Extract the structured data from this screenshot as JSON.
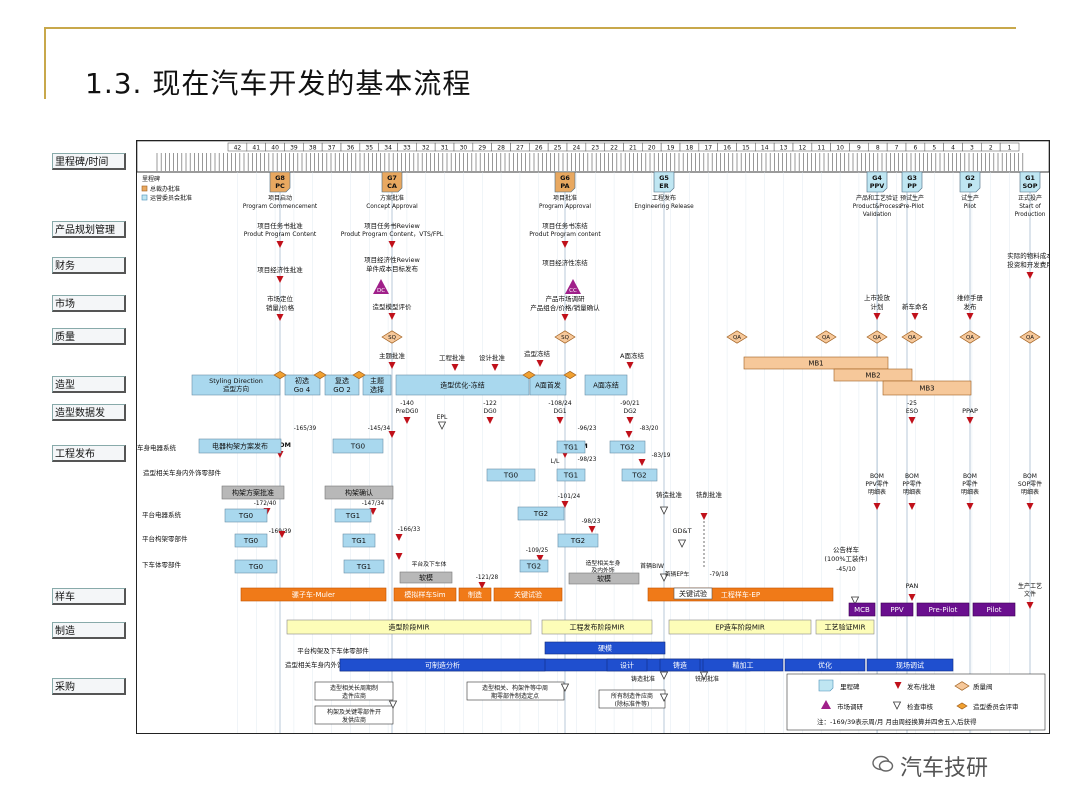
{
  "title": "1.3. 现在汽车开发的基本流程",
  "watermark": "汽车技研",
  "row_labels": [
    "里程碑/时间",
    "产品规划管理",
    "财务",
    "市场",
    "质量",
    "造型",
    "造型数据发",
    "工程发布",
    "样车",
    "制造",
    "采购"
  ],
  "week_numbers": [
    "42",
    "41",
    "40",
    "39",
    "38",
    "37",
    "36",
    "35",
    "34",
    "33",
    "32",
    "31",
    "30",
    "29",
    "28",
    "27",
    "26",
    "25",
    "24",
    "23",
    "22",
    "21",
    "20",
    "19",
    "18",
    "17",
    "16",
    "15",
    "14",
    "13",
    "12",
    "11",
    "10",
    "9",
    "8",
    "7",
    "6",
    "5",
    "4",
    "3",
    "2",
    "1"
  ],
  "legend_top": {
    "title": "里程碑",
    "a": "总裁办批准",
    "b": "运营委员会批准"
  },
  "gates": [
    {
      "code": "G8",
      "sub": "PC",
      "l1": "项目启动",
      "l2": "Program Commencement"
    },
    {
      "code": "G7",
      "sub": "CA",
      "l1": "方案批准",
      "l2": "Concept Approval"
    },
    {
      "code": "G6",
      "sub": "PA",
      "l1": "项目批准",
      "l2": "Program Approval"
    },
    {
      "code": "G5",
      "sub": "ER",
      "l1": "工程发布",
      "l2": "Engineering Release"
    },
    {
      "code": "G4",
      "sub": "PPV",
      "l1": "产品和工艺验证",
      "l2": "Product&Process",
      "l3": "Validation"
    },
    {
      "code": "G3",
      "sub": "PP",
      "l1": "预试生产",
      "l2": "Pre-Pilot"
    },
    {
      "code": "G2",
      "sub": "P",
      "l1": "试生产",
      "l2": "Pilot"
    },
    {
      "code": "G1",
      "sub": "SOP",
      "l1": "正式投产",
      "l2": "Start of",
      "l3": "Production"
    }
  ],
  "texts": {
    "pp1": "项目任务书批准",
    "pp1e": "Produt Program Content",
    "pp2": "项目任务书Review",
    "pp2e": "Produt Program Content，VTS/FPL",
    "pp3": "项目任务书冻结",
    "pp3e": "Produt Program content",
    "fin1": "项目经济性批准",
    "fin2": "项目经济性Review",
    "fin2b": "单件成本目标发布",
    "fin3": "项目经济性冻结",
    "fin4": "实际的物料成本",
    "fin4b": "投资和开发费用",
    "dc": "DC",
    "cc": "CC",
    "mk1": "市场定位",
    "mk1b": "销量/价格",
    "mk2": "造型模型评价",
    "mk3": "产品市场调研",
    "mk3b": "产品组合/价格/销量确认",
    "mk4": "上市投放",
    "mk4b": "计划",
    "mk5": "新车命名",
    "mk6": "维修手册",
    "mk6b": "发布",
    "sq": "SQ",
    "qa": "QA",
    "mb1": "MB1",
    "mb2": "MB2",
    "mb3": "MB3",
    "st0": "主题批准",
    "st1": "工程批准",
    "st2": "设计批准",
    "st3": "造型冻结",
    "st4": "A面冻结",
    "sty1": "Styling Direction",
    "sty1b": "造型方向",
    "sty2": "初选",
    "sty2b": "Go 4",
    "sty3": "复选",
    "sty3b": "GO 2",
    "sty4": "主题",
    "sty4b": "选择",
    "sty5": "造型优化-冻结",
    "sty6": "A面首发",
    "sty7": "A面冻结",
    "d1": "-140",
    "d1b": "PreDG0",
    "d2": "EPL",
    "d3": "-122",
    "d3b": "DG0",
    "d4": "-108/24",
    "d4b": "DG1",
    "d5": "-90/21",
    "d5b": "DG2",
    "d6": "-25",
    "d6b": "ESO",
    "d7": "PPAP",
    "vbom": "VBOM",
    "ebom": "EBOM",
    "e1": "车身电器系统",
    "e1b": "电器构架方案发布",
    "e2": "造型相关车身内外饰零部件",
    "e3": "构架方案批准",
    "e3b": "构架确认",
    "e4": "平台电器系统",
    "e5": "平台构架零部件",
    "e6": "下车体零部件",
    "tg0": "TG0",
    "tg1": "TG1",
    "tg2": "TG2",
    "w1": "-165/39",
    "w2": "-145/34",
    "w3": "-96/23",
    "w4": "-83/20",
    "w5": "-98/23",
    "w6": "-83/19",
    "w7": "-172/40",
    "w8": "-147/34",
    "w9": "-166/33",
    "w10": "-101/24",
    "w11": "-98/23",
    "w12": "-169/39",
    "w13": "-109/25",
    "w14": "-121/28",
    "w15": "-79/18",
    "w16": "-45/10",
    "ll": "L/L",
    "bom1": "BOM",
    "bom1b": "PPV零件",
    "bom1c": "明细表",
    "bom2": "BOM",
    "bom2b": "PP零件",
    "bom2c": "明细表",
    "bom3": "BOM",
    "bom3b": "P零件",
    "bom3c": "明细表",
    "bom4": "BOM",
    "bom4b": "SOP零件",
    "bom4c": "明细表",
    "mold1": "铸造批准",
    "mold2": "铣削批准",
    "gdt": "GD&T",
    "biw": "首辆BIW",
    "firstep": "首辆EP车",
    "pub": "公告样车",
    "pubb": "(100%工装件)",
    "pan": "PAN",
    "pdoc": "生产工艺",
    "pdocb": "文件",
    "soft": "软模",
    "soft2": "平台及下车体",
    "soft3": "造型相关车身",
    "soft3b": "及内外饰",
    "p1": "骡子车-Muler",
    "p2": "模拟样车Sim",
    "p3": "制造",
    "p4": "关键试验",
    "p5": "工程样车-EP",
    "p6": "关键试验",
    "mcb": "MCB",
    "ppv": "PPV",
    "prepilot": "Pre-Pilot",
    "pilot": "Pilot",
    "m1": "造型阶段MIR",
    "m2": "工程发布阶段MIR",
    "m3": "EP造车阶段MIR",
    "m4": "工艺验证MIR",
    "m5": "平台构架及下车体零部件",
    "m6": "造型相关车身内外饰零部件",
    "m7": "硬模",
    "m8": "可制造分析",
    "m9": "设计",
    "m10": "铸造",
    "m11": "精加工",
    "m12": "优化",
    "m13": "现场调试",
    "pc1": "造型相关长周期制",
    "pc1b": "造件应商",
    "pc2": "构架及关键零部件开",
    "pc2b": "发供应商",
    "pc3": "造型相关、构架件等中周",
    "pc3b": "期零部件制造定点",
    "pc4": "所有制造件应商",
    "pc4b": "(除标准件等)",
    "pc5": "铸造批准",
    "pc6": "铣削批准",
    "lg1": "里程碑",
    "lg2": "发布/批准",
    "lg3": "质量阀",
    "lg4": "市场调研",
    "lg5": "检查审核",
    "lg6": "造型委员会评审",
    "lg7": "注：-169/39表示周/月  月由周经换算并四舍五入后获得"
  },
  "colors": {
    "frame": "#c8a84b",
    "blue": "#a9d8ee",
    "orange": "#f07a18",
    "purple": "#6a0f8e",
    "yellow": "#fdfdb8",
    "darkblue": "#1f4fcf",
    "peach": "#f6c89a",
    "red": "#c0101a",
    "gate": "#e8a860",
    "gatec": "#bfe6f2"
  }
}
